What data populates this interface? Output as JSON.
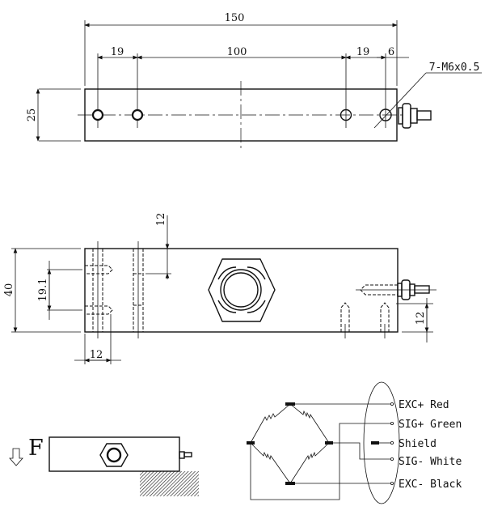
{
  "top_view": {
    "overall_length": "150",
    "pitch_left": "19",
    "center_span": "100",
    "pitch_right": "19",
    "end_offset": "6",
    "height": "25",
    "thread_note": "7-M6x0.5"
  },
  "side_view": {
    "height": "40",
    "hole_spacing": "19.1",
    "top_hole_depth": "12",
    "bottom_hole_depth": "12",
    "end_offset": "12"
  },
  "mounting": {
    "force_label": "F"
  },
  "wiring": {
    "terminals": [
      "EXC+ Red",
      "SIG+ Green",
      "Shield",
      "SIG- White",
      "EXC- Black"
    ]
  }
}
